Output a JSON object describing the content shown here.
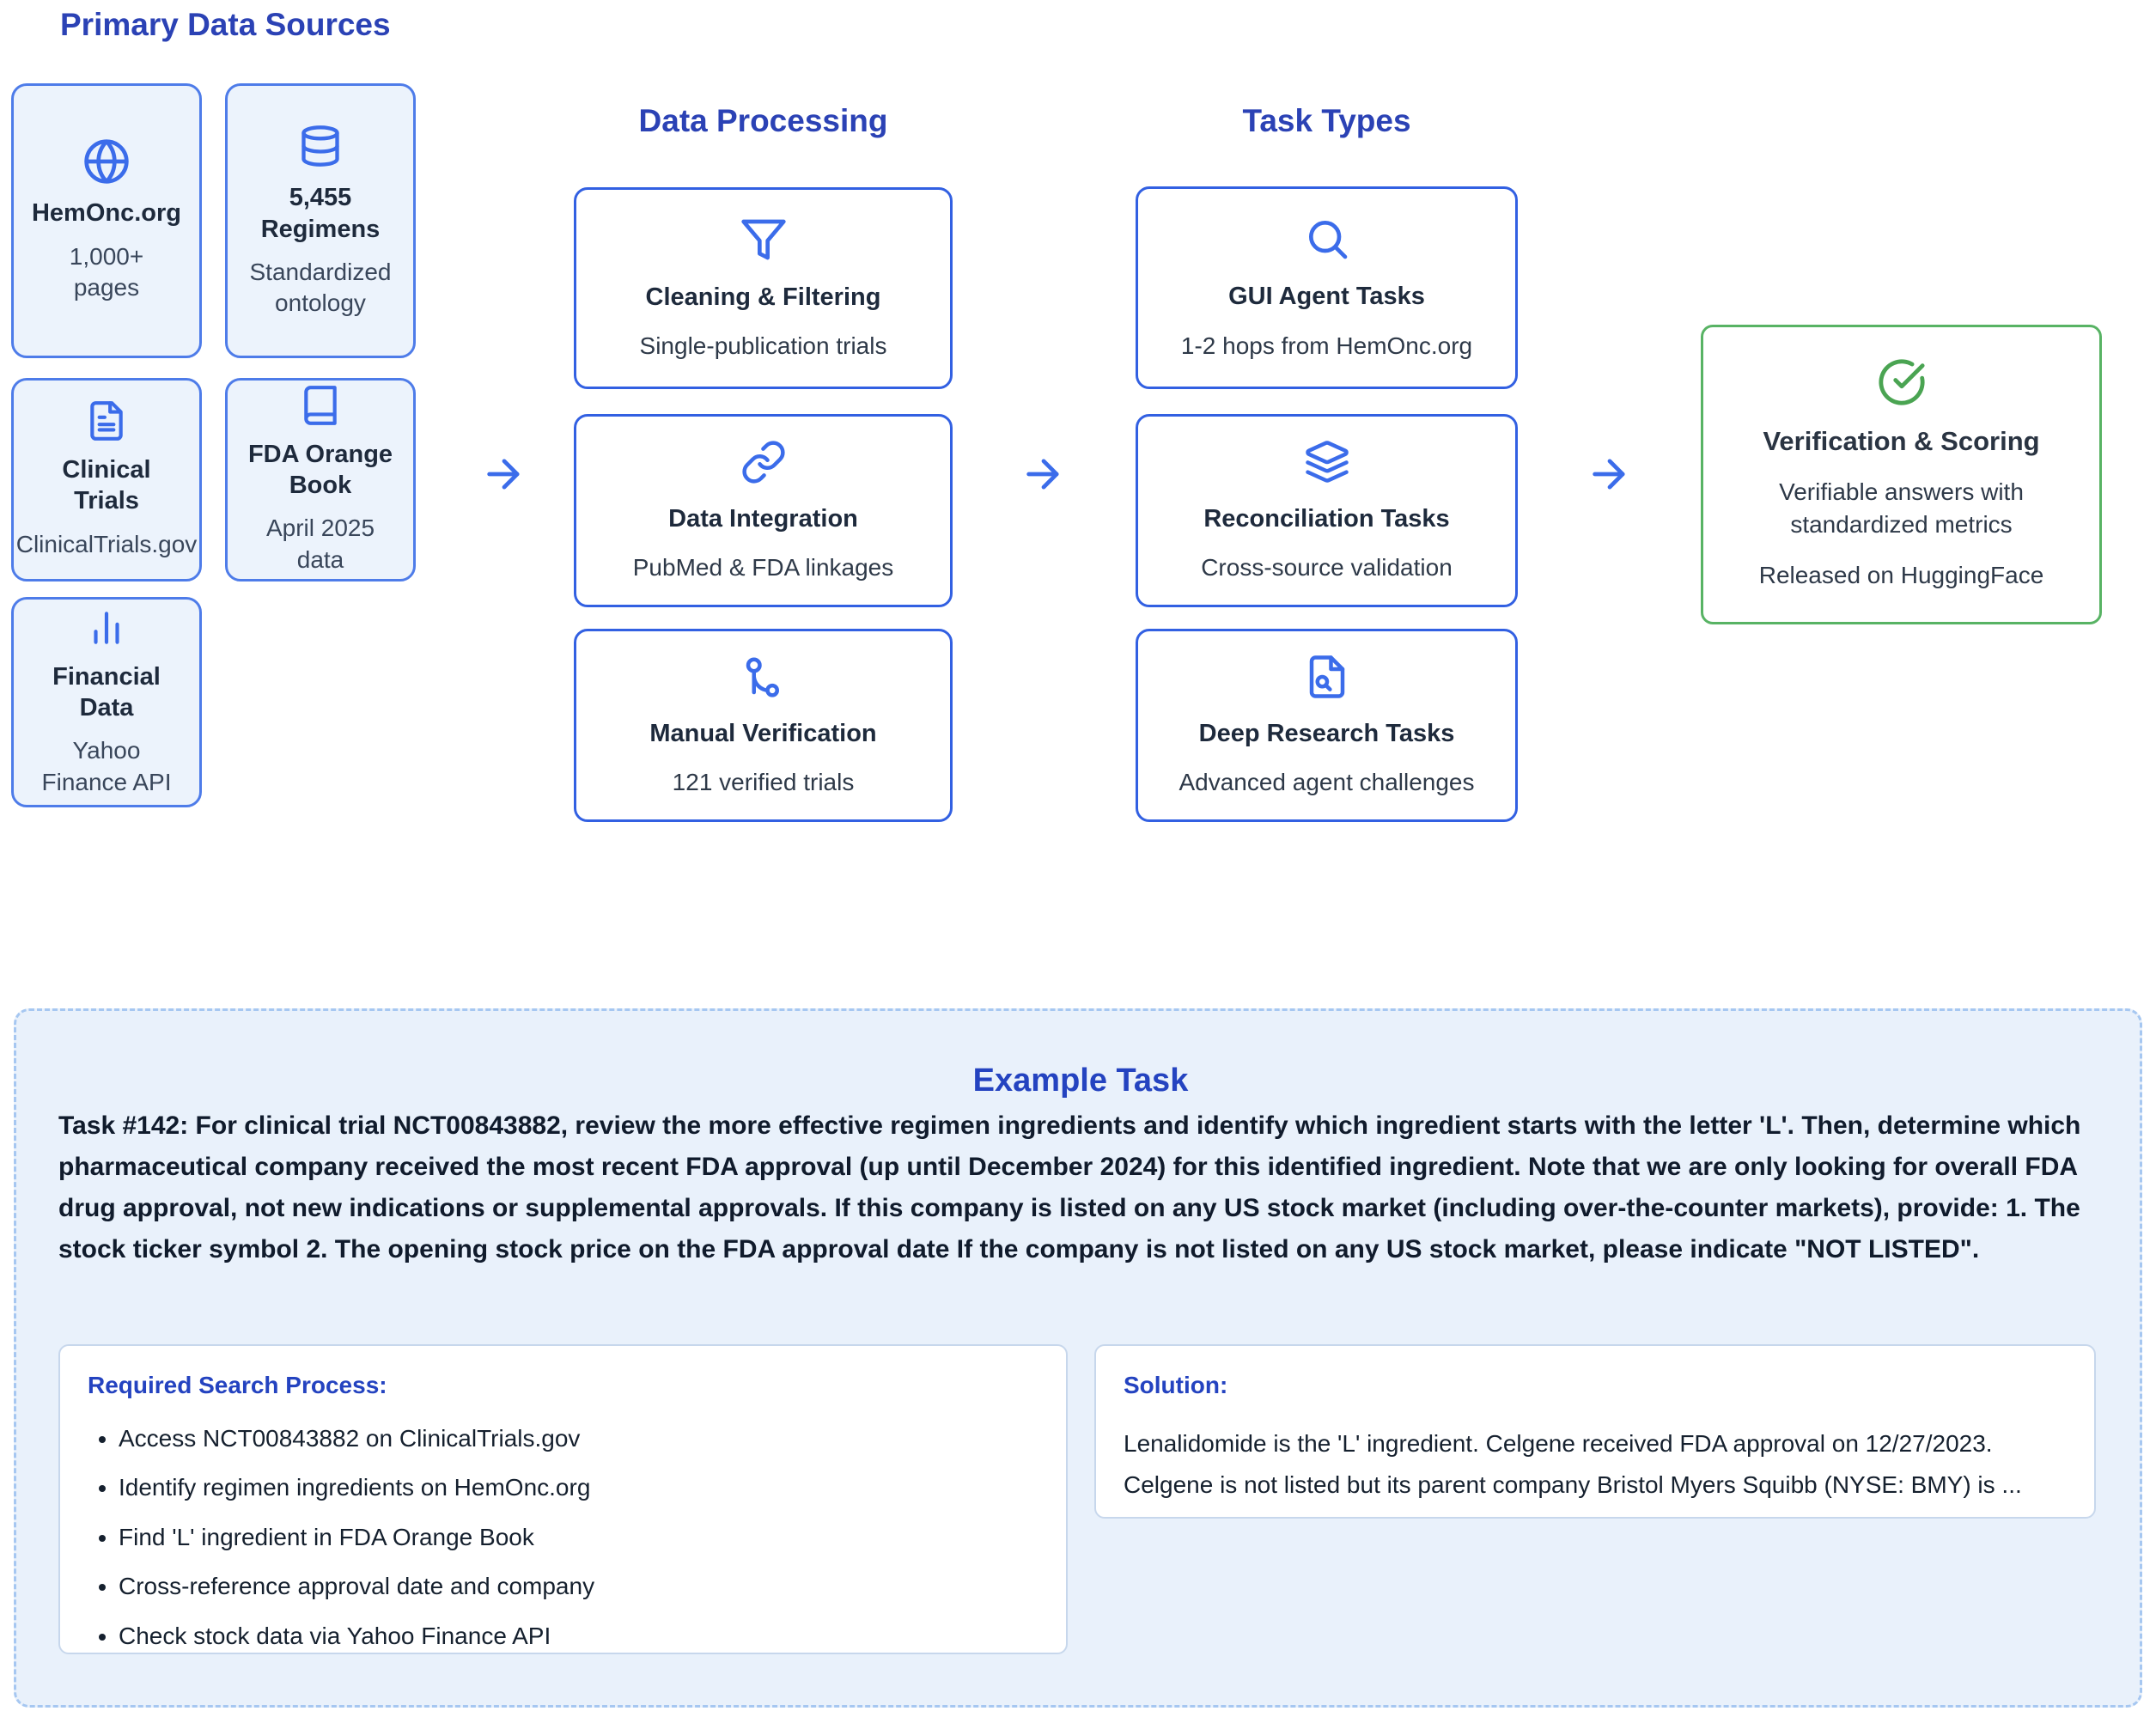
{
  "pipeline": {
    "sources": {
      "title": "Primary Data Sources",
      "cards": [
        {
          "icon": "globe-icon",
          "title": "HemOnc.org",
          "subtitle": "1,000+\npages"
        },
        {
          "icon": "database-icon",
          "title": "5,455\nRegimens",
          "subtitle": "Standardized\nontology"
        },
        {
          "icon": "file-text-icon",
          "title": "Clinical\nTrials",
          "subtitle": "ClinicalTrials.gov"
        },
        {
          "icon": "book-icon",
          "title": "FDA Orange\nBook",
          "subtitle": "April 2025\ndata"
        },
        {
          "icon": "bar-chart-icon",
          "title": "Financial\nData",
          "subtitle": "Yahoo\nFinance API"
        }
      ]
    },
    "processing": {
      "title": "Data Processing",
      "boxes": [
        {
          "icon": "funnel-icon",
          "title": "Cleaning & Filtering",
          "subtitle": "Single-publication trials"
        },
        {
          "icon": "link-icon",
          "title": "Data Integration",
          "subtitle": "PubMed & FDA linkages"
        },
        {
          "icon": "route-icon",
          "title": "Manual Verification",
          "subtitle": "121 verified trials"
        }
      ]
    },
    "tasks": {
      "title": "Task Types",
      "boxes": [
        {
          "icon": "search-icon",
          "title": "GUI Agent Tasks",
          "subtitle": "1-2 hops from HemOnc.org"
        },
        {
          "icon": "layers-icon",
          "title": "Reconciliation Tasks",
          "subtitle": "Cross-source validation"
        },
        {
          "icon": "file-search-icon",
          "title": "Deep Research Tasks",
          "subtitle": "Advanced agent challenges"
        }
      ]
    },
    "verification": {
      "icon": "check-circle-icon",
      "title": "Verification & Scoring",
      "line1": "Verifiable answers with standardized metrics",
      "line2": "Released on HuggingFace"
    }
  },
  "example": {
    "title": "Example Task",
    "task_text": "Task #142: For clinical trial NCT00843882, review the more effective regimen ingredients and identify which ingredient starts with the letter 'L'. Then, determine which pharmaceutical company received the most recent FDA approval (up until December 2024) for this identified ingredient. Note that we are only looking for overall FDA drug approval, not new indications or supplemental approvals. If this company is listed on any US stock market (including over-the-counter markets), provide: 1. The stock ticker symbol 2. The opening stock price on the FDA approval date If the company is not listed on any US stock market, please indicate \"NOT LISTED\".",
    "search_process": {
      "title": "Required Search Process:",
      "steps": [
        "Access NCT00843882 on ClinicalTrials.gov",
        "Identify regimen ingredients on HemOnc.org",
        "Find 'L' ingredient in FDA Orange Book",
        "Cross-reference approval date and company",
        "Check stock data via Yahoo Finance API"
      ]
    },
    "solution": {
      "title": "Solution:",
      "text": "Lenalidomide is the 'L' ingredient. Celgene received FDA approval on 12/27/2023. Celgene is not listed but its parent company Bristol Myers Squibb (NYSE: BMY) is ..."
    }
  },
  "colors": {
    "heading_blue": "#2b42b5",
    "example_heading_blue": "#2443c0",
    "icon_blue": "#3b6cea",
    "box_border_blue": "#3260e2",
    "card_border_blue": "#4e7ce9",
    "card_bg": "#ecf3fc",
    "panel_bg": "#e9f1fb",
    "panel_dash_border": "#a6c7f1",
    "green_border": "#58b364",
    "green_icon": "#4aa452",
    "dark_text": "#1e2a3c"
  }
}
